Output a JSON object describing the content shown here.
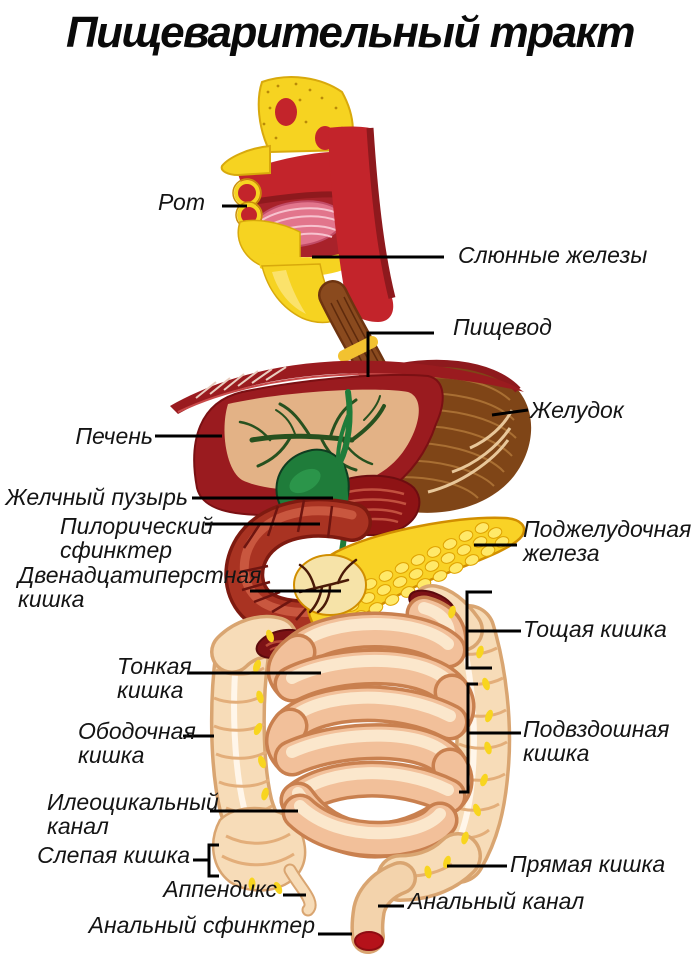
{
  "title": "Пищеварительный тракт",
  "labels": {
    "mouth": "Рот",
    "salivary_glands": "Слюнные железы",
    "esophagus": "Пищевод",
    "stomach": "Желудок",
    "liver": "Печень",
    "gallbladder": "Желчный пузырь",
    "pyloric_sphincter": "Пилорический\nсфинктер",
    "duodenum": "Двенадцатиперстная\nкишка",
    "pancreas": "Поджелудочная\nжелеза",
    "jejunum": "Тощая кишка",
    "small_intestine": "Тонкая\nкишка",
    "colon": "Ободочная\nкишка",
    "ileocecal_canal": "Илеоцикальный\nканал",
    "cecum": "Слепая кишка",
    "appendix": "Аппендикс",
    "anal_sphincter": "Анальный сфинктер",
    "rectum": "Прямая кишка",
    "anal_canal": "Анальный канал"
  },
  "colors": {
    "background": "#ffffff",
    "label_text": "#141414",
    "leader_line": "#000000",
    "liver_red": "#9a1b1f",
    "liver_tan": "#e3b286",
    "vessel_green": "#27511f",
    "gallbladder_green": "#1f7c3a",
    "stomach_brown": "#7f4517",
    "pancreas_yellow": "#f9d226",
    "duodenum_red": "#a93322",
    "intestine_peach": "#f2c09a",
    "colon_cream": "#f7dcb8",
    "fat_yellow": "#f8d51f",
    "mucosa_red": "#c3242b",
    "cut_dark_red": "#7c1215",
    "head_yellow": "#f6d321"
  }
}
